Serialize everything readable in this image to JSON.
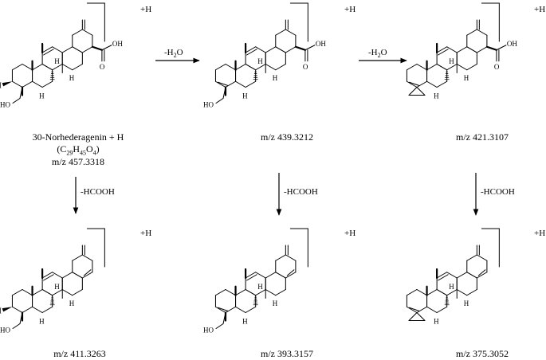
{
  "compounds": [
    {
      "id": "c1",
      "name": "30-Norhederagenin + H",
      "formula_main": "C",
      "formula_c_sub": "29",
      "formula_h": "H",
      "formula_h_sub": "45",
      "formula_o": "O",
      "formula_o_sub": "4",
      "mz": "m/z 457.3318",
      "ion": "+H",
      "type": "acid_oh"
    },
    {
      "id": "c2",
      "mz": "m/z 439.3212",
      "ion": "+H",
      "type": "acid_alkene"
    },
    {
      "id": "c3",
      "mz": "m/z 421.3107",
      "ion": "+H",
      "type": "acid_cyclopropane"
    },
    {
      "id": "c4",
      "mz": "m/z 411.3263",
      "ion": "+H",
      "type": "diene_oh"
    },
    {
      "id": "c5",
      "mz": "m/z 393.3157",
      "ion": "+H",
      "type": "diene_alkene"
    },
    {
      "id": "c6",
      "mz": "m/z 375.3052",
      "ion": "+H",
      "type": "diene_cyclopropane"
    }
  ],
  "arrows": [
    {
      "label_prefix": "-H",
      "label_sub": "2",
      "label_suffix": "O"
    },
    {
      "label_prefix": "-H",
      "label_sub": "2",
      "label_suffix": "O"
    },
    {
      "label": "-HCOOH"
    },
    {
      "label": "-HCOOH"
    },
    {
      "label": "-HCOOH"
    }
  ],
  "atom_labels": {
    "oh": "OH",
    "ho": "HO",
    "h": "H"
  }
}
